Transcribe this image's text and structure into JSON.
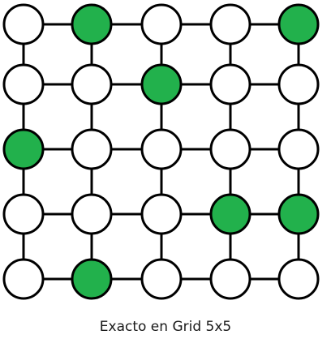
{
  "diagram": {
    "caption": "Exacto en Grid 5x5",
    "rows": 5,
    "cols": 5,
    "node_colors": {
      "filled": "#22b14c",
      "empty": "#ffffff",
      "stroke": "#000000"
    },
    "filled_nodes": [
      [
        0,
        1
      ],
      [
        0,
        4
      ],
      [
        1,
        2
      ],
      [
        2,
        0
      ],
      [
        3,
        3
      ],
      [
        3,
        4
      ],
      [
        4,
        1
      ]
    ]
  }
}
